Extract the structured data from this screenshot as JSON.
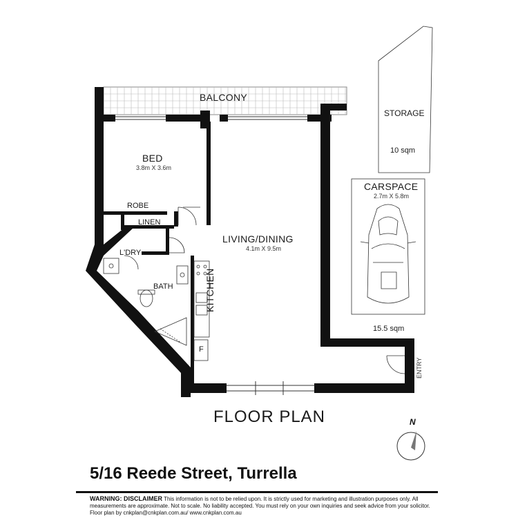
{
  "plan": {
    "title": "FLOOR PLAN",
    "address": "5/16 Reede Street, Turrella",
    "rooms": {
      "balcony": "BALCONY",
      "bed": "BED",
      "bed_dim": "3.8m X 3.6m",
      "robe": "ROBE",
      "linen": "LINEN",
      "laundry": "L'DRY",
      "bath": "BATH",
      "living": "LIVING/DINING",
      "living_dim": "4.1m X 9.5m",
      "kitchen": "KITCHEN",
      "fridge": "F",
      "entry": "ENTRY",
      "storage": "STORAGE",
      "storage_area": "10 sqm",
      "carspace": "CARSPACE",
      "carspace_dim": "2.7m X 5.8m",
      "carspace_area": "15.5 sqm"
    },
    "compass": {
      "letter": "N",
      "icon": "north-arrow-icon"
    }
  },
  "disclaimer": {
    "heading": "WARNING: DISCLAIMER",
    "text": " This information is not to be relied upon. It is strictly used for marketing and illustration purposes only. All measurements are approximate. Not to scale. No liability accepted. You must rely on your own inquiries and seek advice from your solicitor. Floor plan by cnkplan@cnkplan.com.au/ www.cnkplan.com.au"
  },
  "colors": {
    "wall": "#111111",
    "line": "#333333",
    "background": "#ffffff"
  }
}
